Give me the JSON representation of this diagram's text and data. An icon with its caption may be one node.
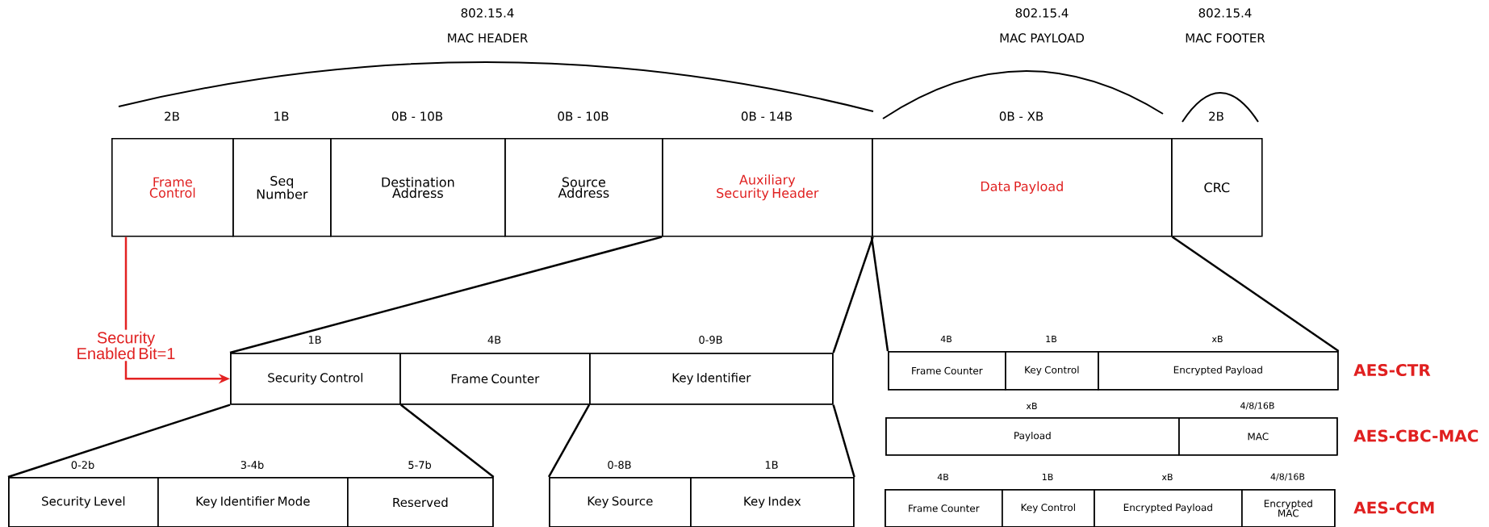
{
  "diagram": {
    "nodes": [
      {
        "text": [
          "2B",
          "Frame Control"
        ]
      },
      {
        "text": [
          "1B",
          "Seq Number"
        ]
      },
      {
        "text": [
          "0B - 10B",
          "Destination Address"
        ]
      },
      {
        "text": [
          "0B - 10B",
          "Source Address"
        ]
      },
      {
        "text": [
          "0B - 14B",
          "Auxiliary Security Header"
        ]
      },
      {
        "text": [
          "0B - XB",
          "Data Payload"
        ]
      },
      {
        "text": [
          "2B",
          "CRC"
        ]
      },
      {
        "text": [
          "Security Enabled Bit=1"
        ]
      },
      {
        "text": [],
        "shape": "box"
      },
      {
        "text": [
          "1B",
          "Security Control"
        ],
        "in": 8
      },
      {
        "text": [
          "4B",
          "Frame Counter"
        ],
        "in": 8
      },
      {
        "text": [
          "0-9B",
          "Key Identifier"
        ],
        "in": 8
      },
      {
        "text": [],
        "shape": "box",
        "beside": [
          "AES-CTR"
        ]
      },
      {
        "text": [
          "4B",
          "Frame Counter"
        ],
        "in": 12
      },
      {
        "text": [
          "1B",
          "Key Control"
        ],
        "in": 12
      },
      {
        "text": [
          "xB",
          "Encrypted Payload"
        ],
        "in": 12
      },
      {
        "text": [],
        "shape": "box",
        "beside": [
          "AES-CBC-MAC"
        ]
      },
      {
        "text": [
          "xB",
          "Payload"
        ],
        "in": 16
      },
      {
        "text": [
          "4/8/16B",
          "MAC"
        ],
        "in": 16
      },
      {
        "text": [],
        "shape": "box"
      },
      {
        "text": [
          "0-2b",
          "Security Level"
        ],
        "in": 19
      },
      {
        "text": [
          "3-4b",
          "Key Identifier Mode"
        ],
        "in": 19
      },
      {
        "text": [
          "5-7b",
          "Reserved"
        ],
        "in": 19
      },
      {
        "text": [],
        "shape": "box"
      },
      {
        "text": [
          "0-8B",
          "Key Source"
        ],
        "in": 23
      },
      {
        "text": [
          "1B",
          "Key Index"
        ],
        "in": 23
      },
      {
        "text": [],
        "shape": "box",
        "beside": [
          "AES-CCM"
        ]
      },
      {
        "text": [
          "4B",
          "Frame Counter"
        ],
        "in": 26
      },
      {
        "text": [
          "1B",
          "Key Control"
        ],
        "in": 26
      },
      {
        "text": [
          "xB",
          "Encrypted Payload"
        ],
        "in": 26
      },
      {
        "text": [
          "4/8/16B",
          "Encrypted MAC"
        ],
        "in": 26
      }
    ],
    "edges": [
      {
        "from": 4,
        "to": 8,
        "arrow": "none"
      },
      {
        "from": 4,
        "to": 8,
        "arrow": "none"
      },
      {
        "from": 5,
        "to": 12,
        "arrow": "none"
      },
      {
        "from": 5,
        "to": 12,
        "arrow": "none"
      },
      {
        "from": 9,
        "to": 19,
        "arrow": "none"
      },
      {
        "from": 9,
        "to": 19,
        "arrow": "none"
      },
      {
        "from": 11,
        "to": 23,
        "arrow": "none"
      },
      {
        "from": 11,
        "to": 23,
        "arrow": "none"
      },
      {
        "from": 0,
        "to": 7,
        "arrow": "none",
        "color": "#e32222"
      },
      {
        "from": 7,
        "to": 9,
        "arrow": "to",
        "color": "#e32222"
      }
    ],
    "labels": [
      "802.15.4",
      "MAC HEADER",
      "802.15.4",
      "MAC PAYLOAD",
      "802.15.4",
      "MAC FOOTER"
    ]
  }
}
